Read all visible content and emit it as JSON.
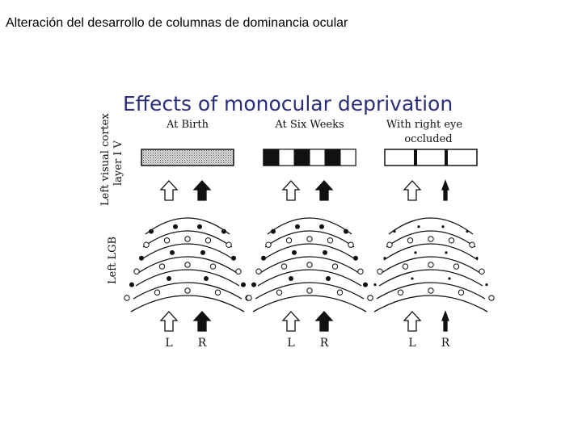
{
  "slide": {
    "title": "Alteración del desarrollo de columnas de dominancia ocular"
  },
  "figure": {
    "title": "Effects of monocular deprivation",
    "row_labels": {
      "cortex_line1": "Left visual cortex",
      "cortex_line2": "layer I V",
      "lgb": "Left LGB"
    },
    "eye_labels": {
      "left": "L",
      "right": "R"
    },
    "panels": [
      {
        "heading_line1": "At Birth",
        "heading_line2": "",
        "cortex": "uniform",
        "right_input": "normal",
        "lgb_right_cells": "normal"
      },
      {
        "heading_line1": "At Six Weeks",
        "heading_line2": "",
        "cortex": "alternating",
        "right_input": "normal",
        "lgb_right_cells": "normal"
      },
      {
        "heading_line1": "With right eye",
        "heading_line2": "occluded",
        "cortex": "shrunk-right",
        "right_input": "thin",
        "lgb_right_cells": "shrunken"
      }
    ]
  },
  "colors": {
    "title_blue": "#2b2f7a",
    "ink": "#111111",
    "stipple": "#9a9a9a"
  }
}
